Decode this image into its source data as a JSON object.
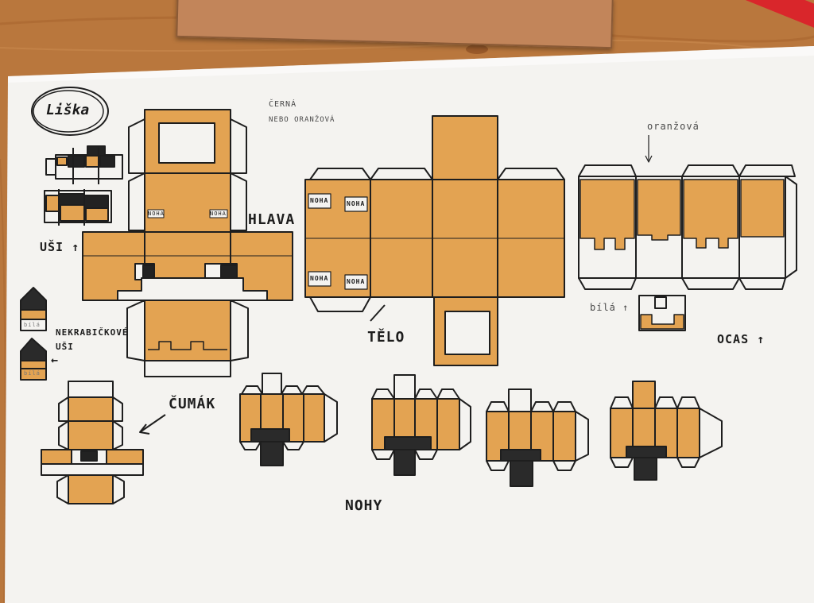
{
  "colors": {
    "orange": "#e3a352",
    "orange_light": "#eab46e",
    "black": "#222222",
    "ink": "#1e1e1e",
    "paper": "#f4f3f0",
    "wood": "#b9773d"
  },
  "labels": {
    "title": "Liška",
    "head": "HLAVA",
    "ears": "UŠI",
    "ears_arrow": "↑",
    "ears_alt": "NEKRABIČKOVÉ",
    "ears_alt2": "UŠI",
    "ears_alt_arrow": "←",
    "snout": "ČUMÁK",
    "body": "TĚLO",
    "tail": "OCAS",
    "tail_arrow": "↑",
    "legs": "NOHY",
    "white": "bílá",
    "white_arrow": "↑",
    "orange_note": "oranžová",
    "legend_black": "ČERNÁ",
    "legend_orange": "ORANŽOVÁ",
    "legend_prefix": "NEBO",
    "body_arrow": "↗"
  },
  "leg_tags": [
    "NOHA",
    "NOHA",
    "NOHA",
    "NOHA"
  ],
  "small_tags": [
    "NOHA",
    "NOHA"
  ],
  "ear_tags": [
    "bílá",
    "bílá"
  ]
}
